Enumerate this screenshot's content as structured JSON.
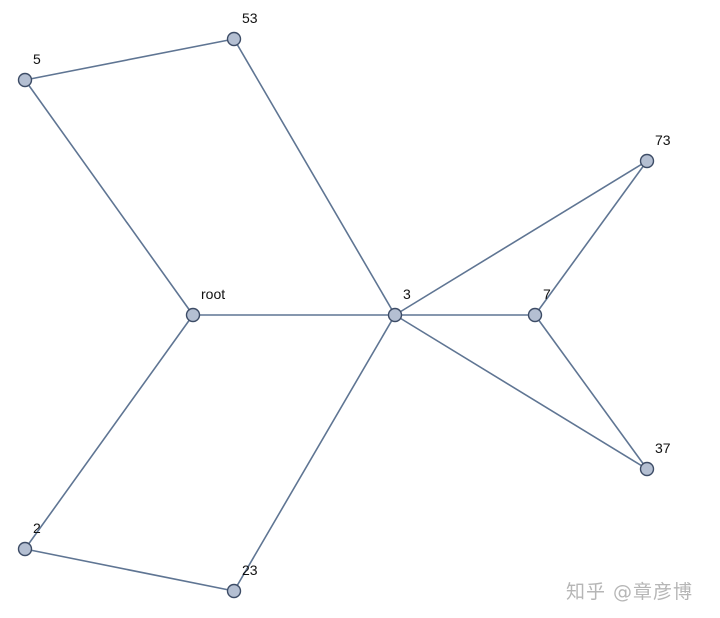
{
  "graph": {
    "nodes": [
      {
        "id": "root",
        "label": "root"
      },
      {
        "id": "2",
        "label": "2"
      },
      {
        "id": "3",
        "label": "3"
      },
      {
        "id": "5",
        "label": "5"
      },
      {
        "id": "7",
        "label": "7"
      },
      {
        "id": "23",
        "label": "23"
      },
      {
        "id": "37",
        "label": "37"
      },
      {
        "id": "53",
        "label": "53"
      },
      {
        "id": "73",
        "label": "73"
      }
    ],
    "edges": [
      [
        "5",
        "53"
      ],
      [
        "5",
        "root"
      ],
      [
        "53",
        "3"
      ],
      [
        "root",
        "3"
      ],
      [
        "root",
        "2"
      ],
      [
        "2",
        "23"
      ],
      [
        "23",
        "3"
      ],
      [
        "3",
        "7"
      ],
      [
        "3",
        "73"
      ],
      [
        "3",
        "37"
      ],
      [
        "7",
        "73"
      ],
      [
        "7",
        "37"
      ]
    ]
  },
  "watermark": {
    "text": "知乎 @章彦博"
  }
}
